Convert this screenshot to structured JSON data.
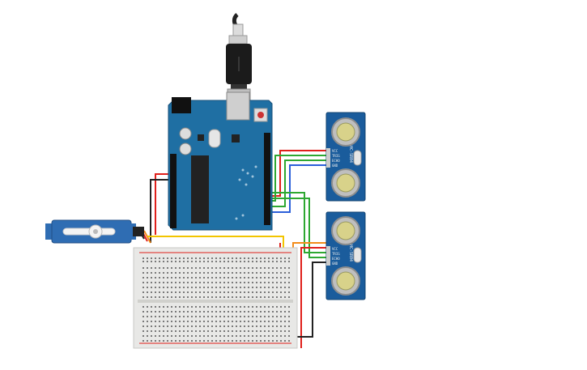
{
  "sensor_top": {
    "model": "HC-SR04",
    "pins": [
      "VCC",
      "TRIG",
      "ECHO",
      "GND"
    ]
  },
  "sensor_bottom": {
    "model": "HC-SR04",
    "pins": [
      "VCC",
      "TRIG",
      "ECHO",
      "GND"
    ]
  },
  "colors": {
    "arduino_board": "#1f6fa3",
    "sensor_board": "#1a5c9c",
    "breadboard": "#e8e8e6",
    "servo": "#2f6db3",
    "wire_red": "#e0201b",
    "wire_black": "#222222",
    "wire_green": "#2ea832",
    "wire_yellow": "#f2c500",
    "wire_orange": "#f28c1b",
    "wire_blue": "#2b5fd9"
  },
  "icons": [
    "usb-cable-icon",
    "servo-motor-icon",
    "breadboard-icon",
    "ultrasonic-sensor-icon",
    "arduino-uno-icon"
  ]
}
